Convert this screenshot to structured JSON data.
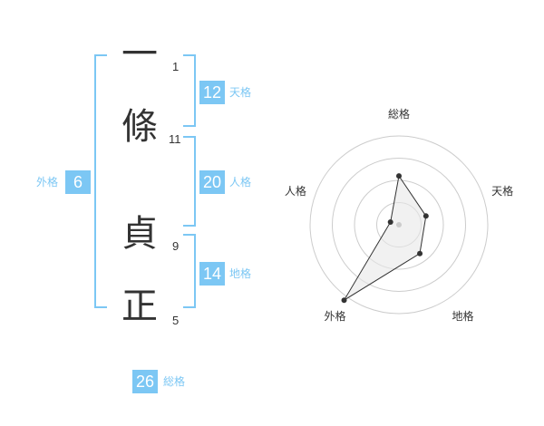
{
  "colors": {
    "accent": "#7cc7f4",
    "label": "#7cc7f4",
    "text": "#333333",
    "ring": "#cccccc",
    "fill": "#e8e8e8",
    "point": "#333333"
  },
  "name": {
    "surname": [
      {
        "char": "一",
        "strokes": "1"
      },
      {
        "char": "條",
        "strokes": "11"
      }
    ],
    "given": [
      {
        "char": "貞",
        "strokes": "9"
      },
      {
        "char": "正",
        "strokes": "5"
      }
    ]
  },
  "kaku": {
    "tenkaku": {
      "value": "12",
      "label": "天格"
    },
    "jinkaku": {
      "value": "20",
      "label": "人格"
    },
    "chikaku": {
      "value": "14",
      "label": "地格"
    },
    "gaikaku": {
      "value": "6",
      "label": "外格"
    },
    "soukaku": {
      "value": "26",
      "label": "総格"
    }
  },
  "chart_data": {
    "type": "radar",
    "axes": [
      "総格",
      "天格",
      "地格",
      "外格",
      "人格"
    ],
    "values": [
      0.55,
      0.32,
      0.4,
      1.05,
      0.1
    ],
    "rings": 4
  }
}
